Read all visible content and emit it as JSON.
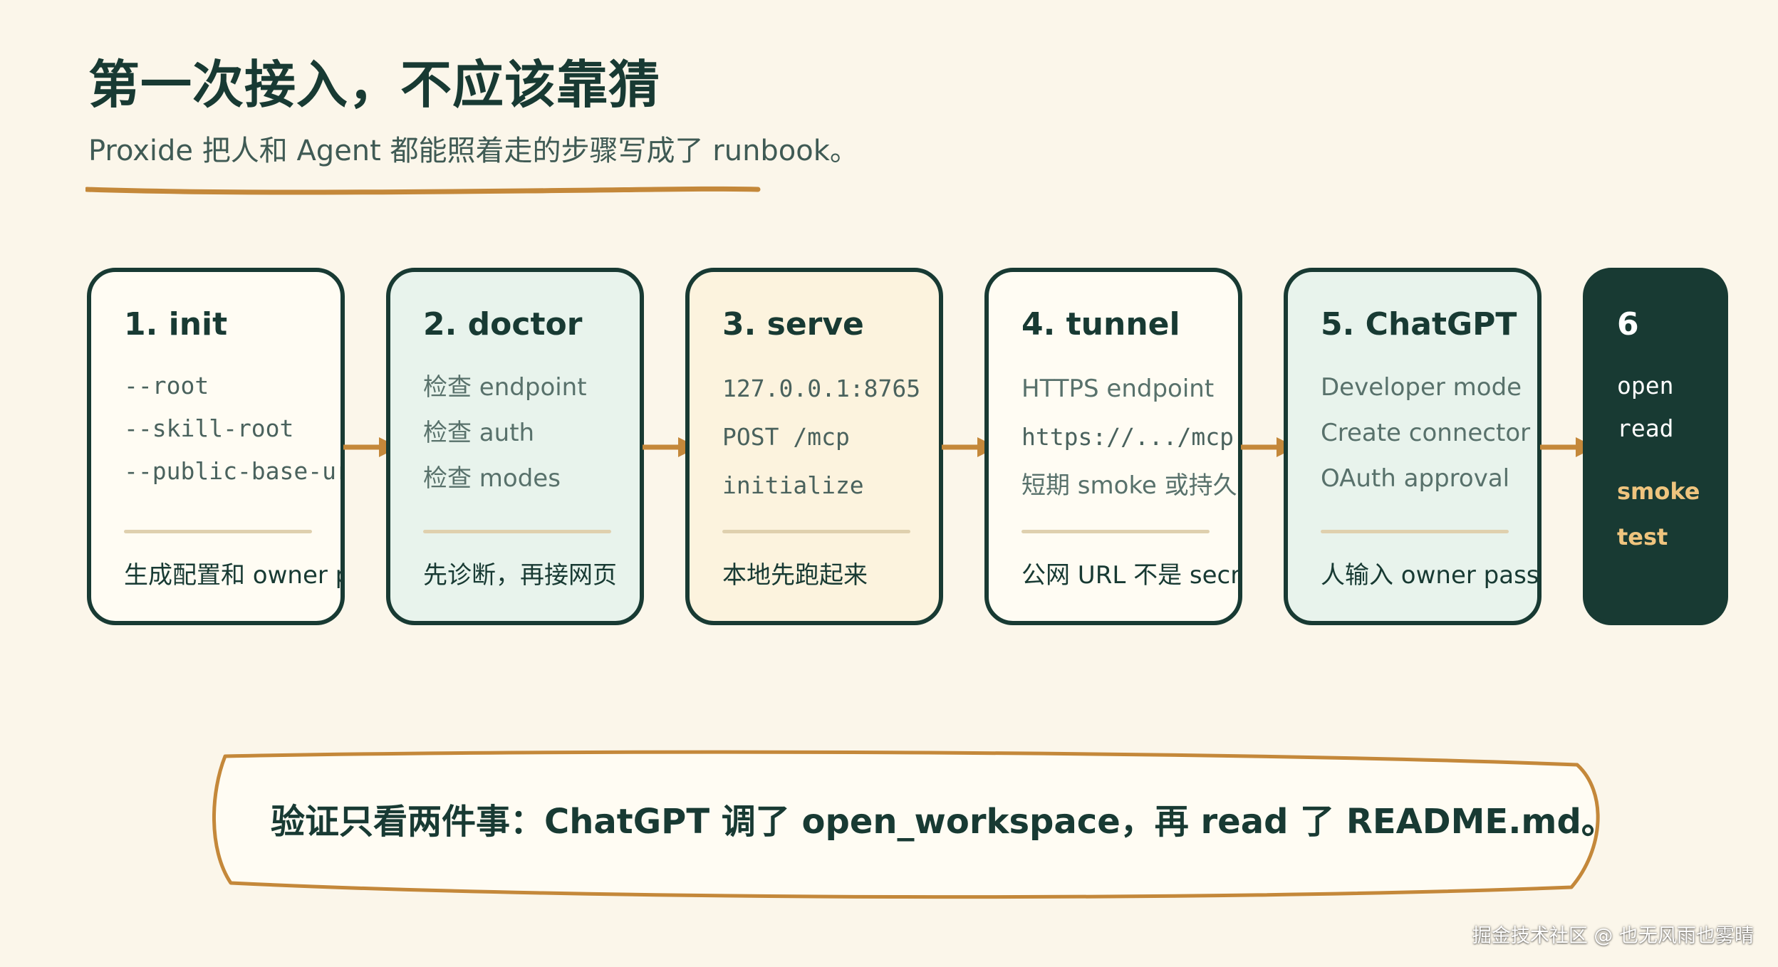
{
  "header": {
    "title": "第一次接入，不应该靠猜",
    "subtitle": "Proxide 把人和 Agent 都能照着走的步骤写成了 runbook。"
  },
  "steps": [
    {
      "title": "1. init",
      "lines": [
        "--root",
        "--skill-root",
        "--public-base-url"
      ],
      "bottom": "生成配置和 owner password"
    },
    {
      "title": "2. doctor",
      "lines": [
        "检查 endpoint",
        "检查 auth",
        "检查 modes"
      ],
      "bottom": "先诊断，再接网页"
    },
    {
      "title": "3. serve",
      "lines": [
        "127.0.0.1:8765",
        "POST /mcp",
        "initialize"
      ],
      "bottom": "本地先跑起来"
    },
    {
      "title": "4. tunnel",
      "lines": [
        "HTTPS endpoint",
        "https://.../mcp",
        "短期 smoke 或持久 OAuth"
      ],
      "bottom": "公网 URL 不是 secret"
    },
    {
      "title": "5. ChatGPT",
      "lines": [
        "Developer mode",
        "Create connector",
        "OAuth approval"
      ],
      "bottom": "人输入 owner password"
    },
    {
      "title": "6",
      "lines": [
        "open",
        "read"
      ],
      "accent": [
        "smoke",
        "test"
      ]
    }
  ],
  "callout": {
    "text": "验证只看两件事：ChatGPT 调了 open_workspace，再 read 了 README.md。"
  },
  "watermark": {
    "text": "掘金技术社区 @ 也无风雨也雾晴"
  },
  "colors": {
    "background": "#fbf6ea",
    "ink": "#183a33",
    "accent": "#c4883a",
    "mint": "#e8f3ec",
    "cream": "#fcf3de",
    "dark_card": "#183a33",
    "highlight": "#efc47e"
  }
}
